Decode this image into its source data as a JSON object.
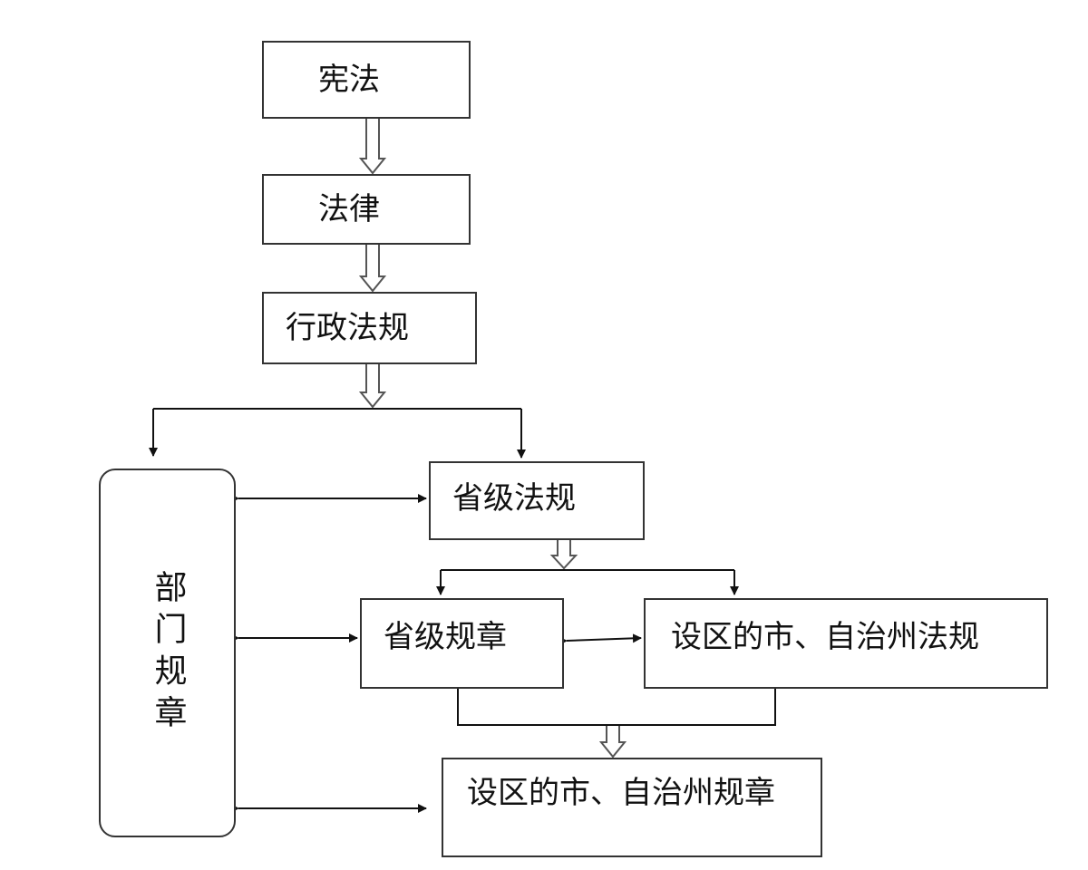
{
  "nodes": {
    "constitution": "宪法",
    "law": "法律",
    "administrative_regulations": "行政法规",
    "department_rules": "部门规章",
    "provincial_regulations": "省级法规",
    "provincial_rules": "省级规章",
    "city_autonomous_regulations": "设区的市、自治州法规",
    "city_autonomous_rules": "设区的市、自治州规章"
  },
  "colors": {
    "line": "#111111",
    "border": "#333333",
    "background": "#ffffff"
  }
}
